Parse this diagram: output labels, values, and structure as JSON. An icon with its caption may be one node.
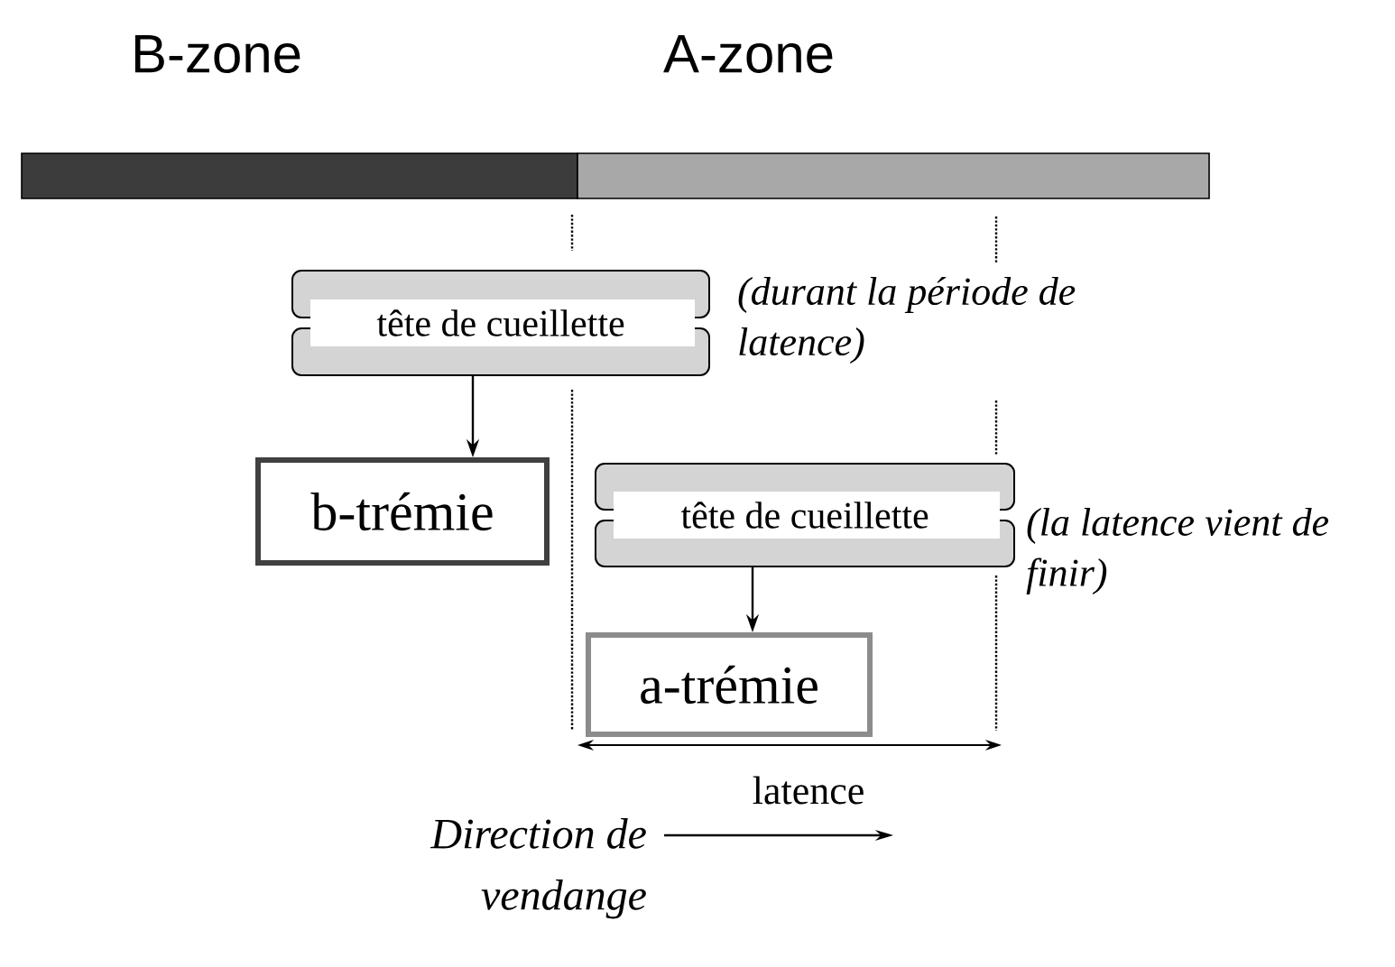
{
  "diagram": {
    "nodes": [
      {
        "text": [
          "B-zone"
        ]
      },
      {
        "text": [
          "A-zone"
        ]
      },
      {
        "text": [
          "tête de cueillette"
        ],
        "beside": [
          "(durant la période de latence)"
        ]
      },
      {
        "text": [
          "b-trémie"
        ]
      },
      {
        "text": [
          "tête de cueillette"
        ],
        "beside": [
          "(la latence vient de finir)"
        ]
      },
      {
        "text": [
          "a-trémie"
        ]
      }
    ],
    "edges": [
      {
        "from": 2,
        "to": 3,
        "arrow": "to"
      },
      {
        "from": 4,
        "to": 5,
        "arrow": "to"
      }
    ],
    "labels": [
      "latence",
      "Direction de vendange"
    ]
  }
}
